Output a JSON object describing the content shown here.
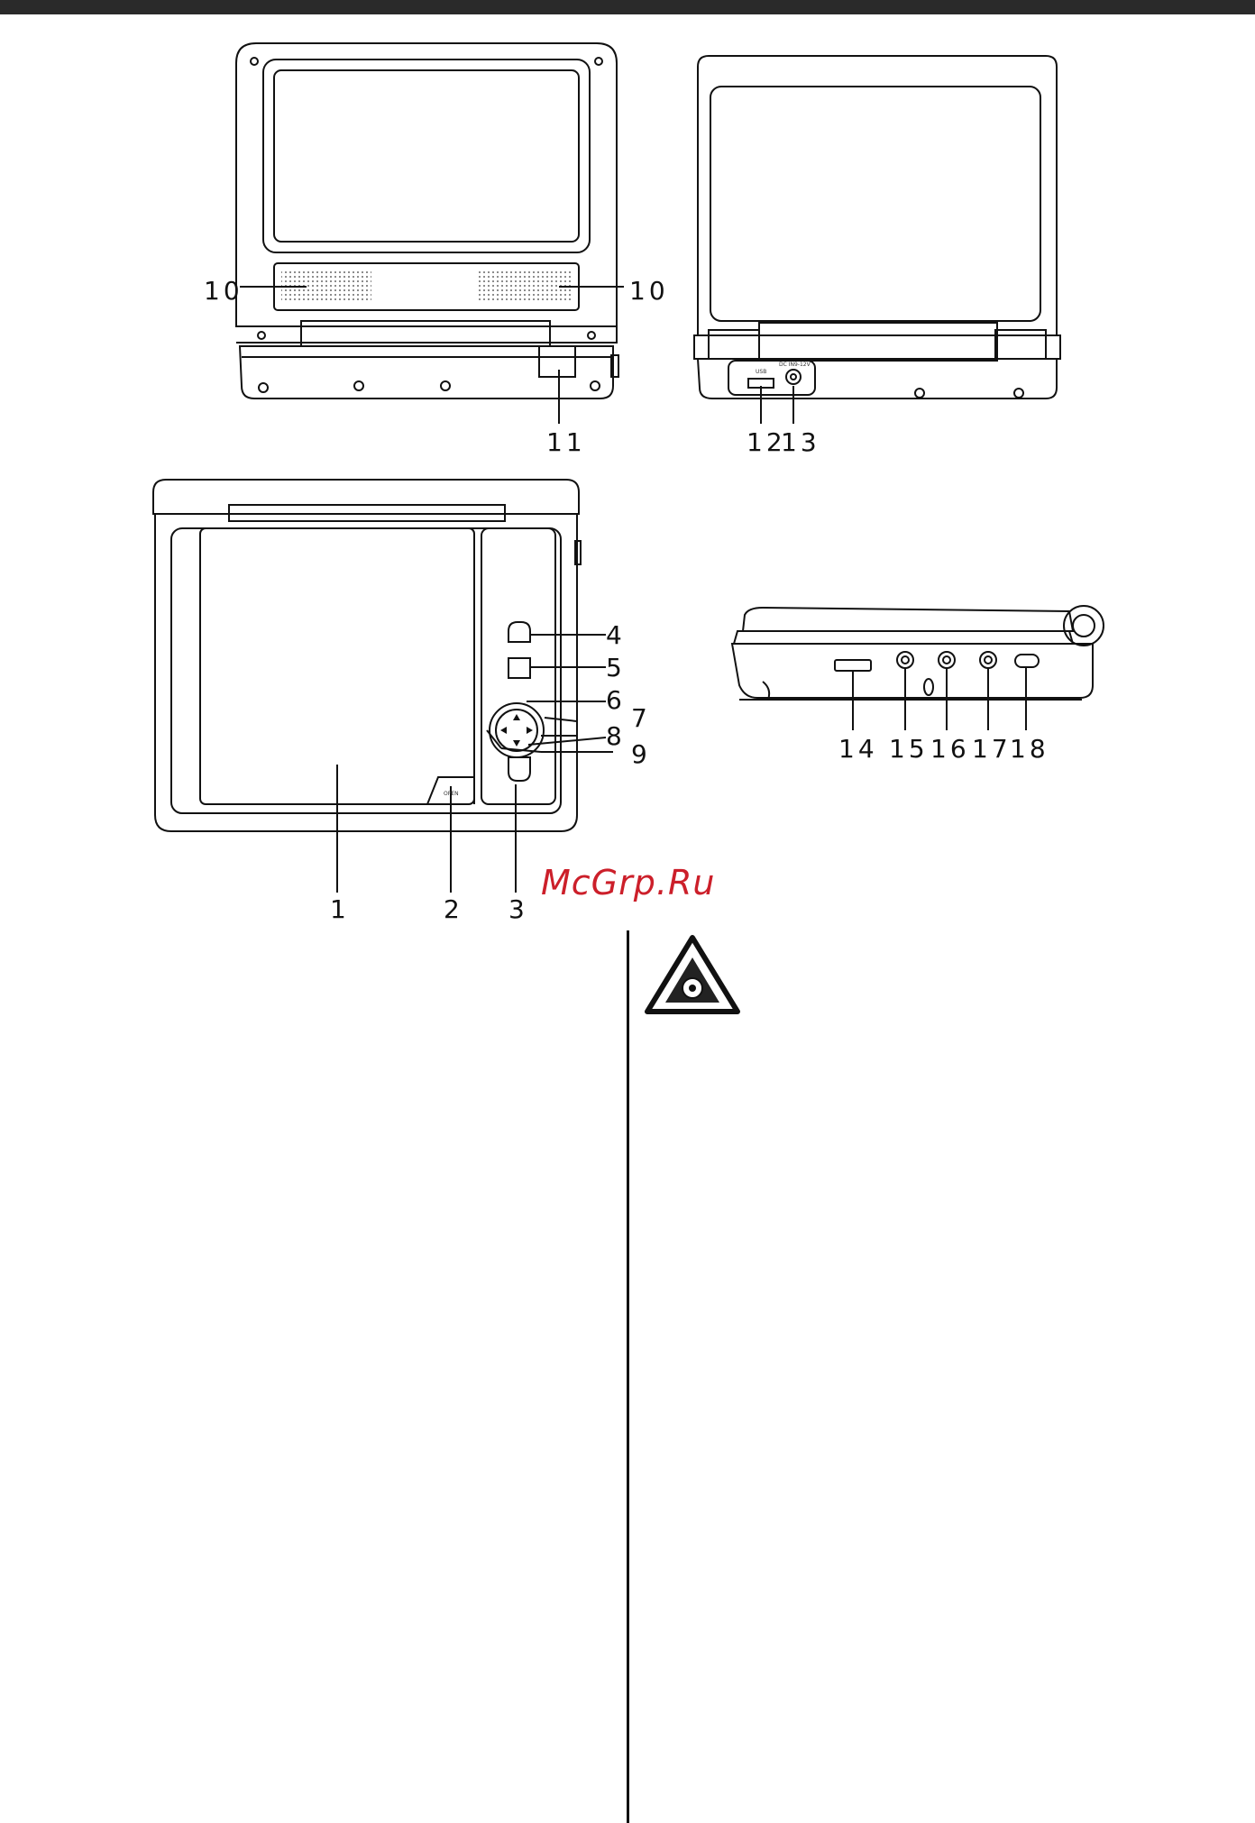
{
  "callouts": {
    "front_left_speaker": "10",
    "front_right_speaker": "10",
    "front_ir_window": "11",
    "back_usb": "12",
    "back_dc_in": "13",
    "top_disc_lid": "1",
    "top_open_button": "2",
    "top_button_3": "3",
    "top_button_4": "4",
    "top_button_5": "5",
    "top_button_6": "6",
    "top_button_7": "7",
    "top_button_8": "8",
    "top_button_9": "9",
    "side_card_slot": "14",
    "side_jack_15": "15",
    "side_jack_16": "16",
    "side_jack_17": "17",
    "side_switch_18": "18"
  },
  "panel_text": {
    "usb_label": "USB",
    "dc_label": "DC IN9-12V",
    "open_label": "OPEN"
  },
  "watermark": {
    "text": "McGrp.Ru",
    "color": "#cc1f2a"
  },
  "warning_icon": "hearing-damage-warning-icon"
}
